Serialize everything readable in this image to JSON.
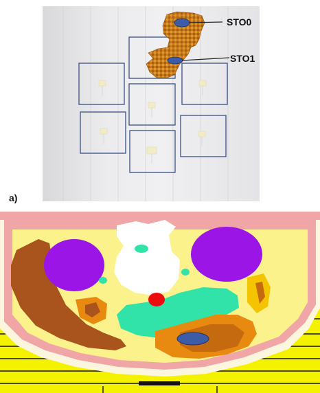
{
  "panel_a": {
    "letter": "a)",
    "annotations": {
      "sto0": "STO0",
      "sto1": "STO1"
    }
  },
  "colors": {
    "background_yellow": "#f5f200",
    "skin_white": "#fdf6df",
    "fat_pink": "#f0a6a6",
    "tissue_yellow": "#fbf28c",
    "lung_purple": "#9b16e6",
    "vessel_green": "#31e3a8",
    "heart_red": "#ee0b10",
    "muscle_brown": "#a9531d",
    "organ_orange": "#e88a10",
    "marker_blue": "#3d5ca8",
    "sto_texture": "#c97a1a"
  }
}
